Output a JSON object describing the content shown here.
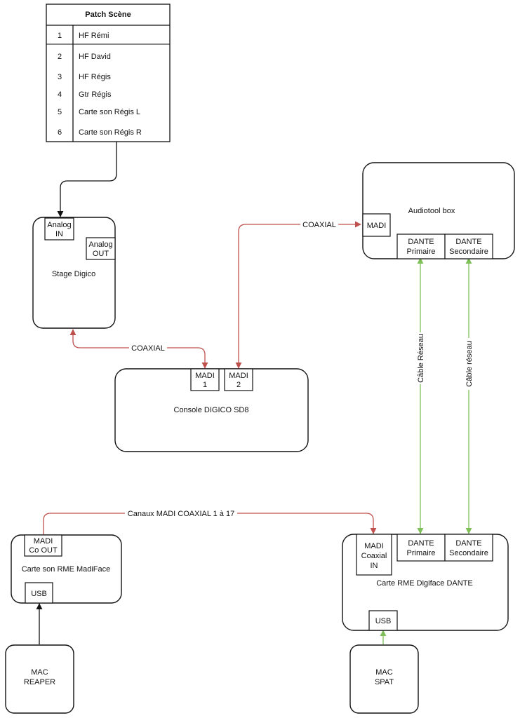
{
  "patch_table": {
    "title": "Patch Scène",
    "rows": [
      {
        "num": "1",
        "name": "HF Rémi"
      },
      {
        "num": "2",
        "name": "HF David"
      },
      {
        "num": "3",
        "name": "HF Régis"
      },
      {
        "num": "4",
        "name": "Gtr Régis"
      },
      {
        "num": "5",
        "name": "Carte son Régis L"
      },
      {
        "num": "6",
        "name": "Carte son Régis R"
      }
    ]
  },
  "nodes": {
    "stage": {
      "label": "Stage Digico",
      "analog_in": [
        "Analog",
        "IN"
      ],
      "analog_out": [
        "Analog",
        "OUT"
      ]
    },
    "console": {
      "label": "Console DIGICO SD8",
      "madi1": [
        "MADI",
        "1"
      ],
      "madi2": [
        "MADI",
        "2"
      ]
    },
    "audiotool": {
      "label": "Audiotool box",
      "madi": "MADI",
      "dante_primary": [
        "DANTE",
        "Primaire"
      ],
      "dante_secondary": [
        "DANTE",
        "Secondaire"
      ]
    },
    "madiface": {
      "label": "Carte son RME MadiFace",
      "madi_co_out": [
        "MADI",
        "Co OUT"
      ],
      "usb": "USB"
    },
    "digiface": {
      "label": "Carte RME Digiface DANTE",
      "madi_coaxial_in": [
        "MADI",
        "Coaxial",
        "IN"
      ],
      "dante_primary": [
        "DANTE",
        "Primaire"
      ],
      "dante_secondary": [
        "DANTE",
        "Secondaire"
      ],
      "usb": "USB"
    },
    "mac_reaper": {
      "lines": [
        "MAC",
        "REAPER"
      ]
    },
    "mac_spat": {
      "lines": [
        "MAC",
        "SPAT"
      ]
    }
  },
  "edges": {
    "coaxial_stage_console": "COAXIAL",
    "coaxial_console_audiotool": "COAXIAL",
    "madi_channels": "Canaux MADI COAXIAL 1 à 17",
    "cable_reseau_1": "Câble Réseau",
    "cable_reseau_2": "Câble réseau"
  },
  "colors": {
    "coaxial": "#c0504d",
    "network": "#7fbf5a",
    "signal": "#111111"
  }
}
